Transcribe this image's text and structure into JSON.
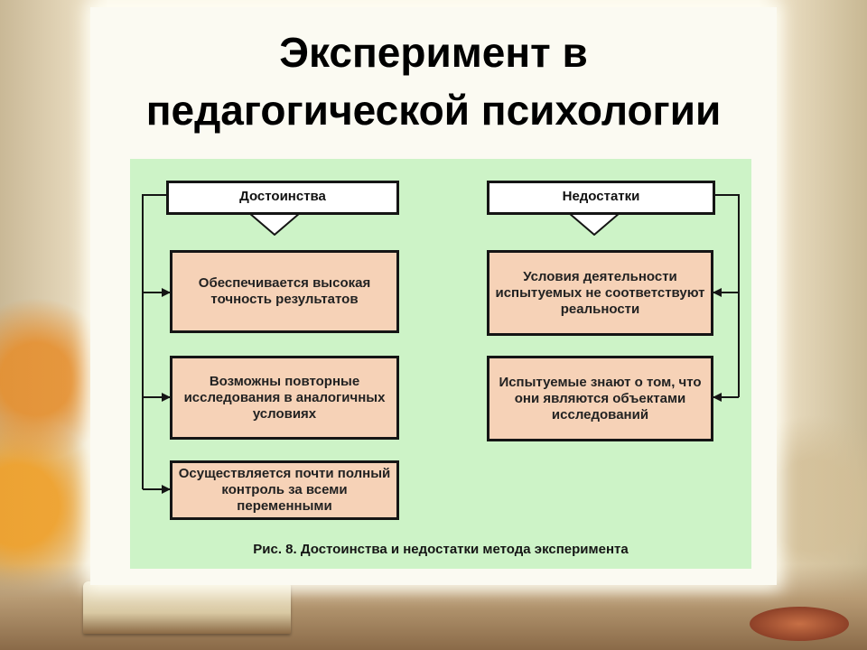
{
  "slide": {
    "title_line1": "Эксперимент в",
    "title_line2": "педагогической психологии"
  },
  "diagram": {
    "advantages": {
      "header": "Достоинства",
      "items": [
        [
          "Обеспечивается высокая",
          "точность результатов"
        ],
        [
          "Возможны повторные",
          "исследования в аналогичных",
          "условиях"
        ],
        [
          "Осуществляется почти полный",
          "контроль за всеми",
          "переменными"
        ]
      ]
    },
    "disadvantages": {
      "header": "Недостатки",
      "items": [
        [
          "Условия деятельности",
          "испытуемых не соответствуют",
          "реальности"
        ],
        [
          "Испытуемые знают о том, что",
          "они являются объектами",
          "исследований"
        ]
      ]
    },
    "caption": "Рис. 8. Достоинства и недостатки метода эксперимента",
    "colors": {
      "background": "#cdf3c7",
      "box_fill": "#f6d2b7",
      "header_fill": "#ffffff",
      "stroke": "#151515"
    }
  }
}
